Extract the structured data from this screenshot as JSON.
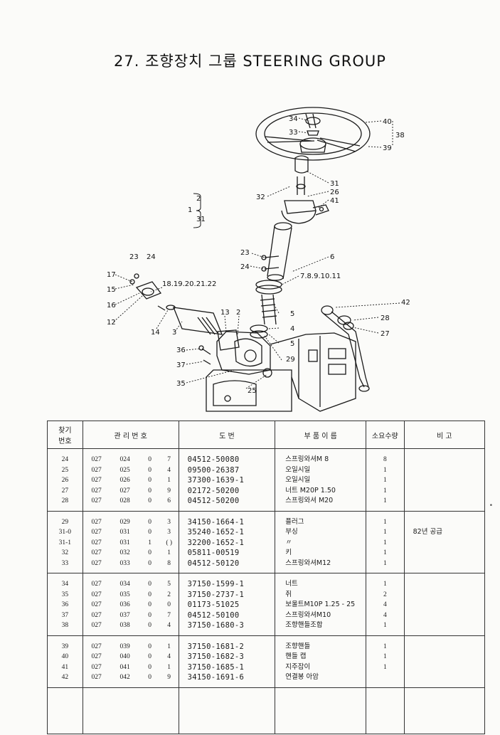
{
  "page": {
    "title": "27. 조향장치 그룹 STEERING GROUP",
    "margin_mark": "•"
  },
  "diagram": {
    "callouts": {
      "c34": "34",
      "c33": "33",
      "c40": "40",
      "c38": "38",
      "c39": "39",
      "c31a": "31",
      "c32": "32",
      "c26": "26",
      "c41": "41",
      "c1": "1",
      "c2": "2",
      "c31b": "31",
      "c23a": "23",
      "c24a": "24",
      "c6": "6",
      "c23b": "23",
      "c24b": "24",
      "c7811": "7.8.9.10.11",
      "c17": "17",
      "c15": "15",
      "c16": "16",
      "c12": "12",
      "c18to22": "18.19.20.21.22",
      "c14": "14",
      "c3": "3",
      "c13": "13",
      "c2b": "2",
      "c5a": "5",
      "c4": "4",
      "c5b": "5",
      "c42": "42",
      "c28": "28",
      "c27": "27",
      "c36": "36",
      "c37": "37",
      "c29": "29",
      "c35": "35",
      "c25": "25"
    }
  },
  "table": {
    "headers": {
      "ref_line1": "찾기",
      "ref_line2": "번호",
      "code": "관 리 번 호",
      "drawing": "도 번",
      "name": "부 품 이 름",
      "qty": "소요수량",
      "remarks": "비 고"
    },
    "groups": [
      {
        "rows": [
          {
            "ref": "24",
            "c1": "027",
            "c2": "024",
            "c3": "0",
            "c4": "7",
            "pn": "04512-50080",
            "name": "스프링와셔M 8",
            "qty": "8",
            "rem": ""
          },
          {
            "ref": "25",
            "c1": "027",
            "c2": "025",
            "c3": "0",
            "c4": "4",
            "pn": "09500-26387",
            "name": "오일시일",
            "qty": "1",
            "rem": ""
          },
          {
            "ref": "26",
            "c1": "027",
            "c2": "026",
            "c3": "0",
            "c4": "1",
            "pn": "37300-1639-1",
            "name": "오일시일",
            "qty": "1",
            "rem": ""
          },
          {
            "ref": "27",
            "c1": "027",
            "c2": "027",
            "c3": "0",
            "c4": "9",
            "pn": "02172-50200",
            "name": "너트 M20P 1.50",
            "qty": "1",
            "rem": ""
          },
          {
            "ref": "28",
            "c1": "027",
            "c2": "028",
            "c3": "0",
            "c4": "6",
            "pn": "04512-50200",
            "name": "스프링와셔 M20",
            "qty": "1",
            "rem": ""
          }
        ]
      },
      {
        "rows": [
          {
            "ref": "29",
            "c1": "027",
            "c2": "029",
            "c3": "0",
            "c4": "3",
            "pn": "34150-1664-1",
            "name": "플러그",
            "qty": "1",
            "rem": ""
          },
          {
            "ref": "31-0",
            "c1": "027",
            "c2": "031",
            "c3": "0",
            "c4": "3",
            "pn": "35240-1652-1",
            "name": "부싱",
            "qty": "1",
            "rem": "82년 공급"
          },
          {
            "ref": "31-1",
            "c1": "027",
            "c2": "031",
            "c3": "1",
            "c4": "( )",
            "pn": "32200-1652-1",
            "name": "〃",
            "qty": "1",
            "rem": ""
          },
          {
            "ref": "32",
            "c1": "027",
            "c2": "032",
            "c3": "0",
            "c4": "1",
            "pn": "05811-00519",
            "name": "키",
            "qty": "1",
            "rem": ""
          },
          {
            "ref": "33",
            "c1": "027",
            "c2": "033",
            "c3": "0",
            "c4": "8",
            "pn": "04512-50120",
            "name": "스프링와셔M12",
            "qty": "1",
            "rem": ""
          }
        ]
      },
      {
        "rows": [
          {
            "ref": "34",
            "c1": "027",
            "c2": "034",
            "c3": "0",
            "c4": "5",
            "pn": "37150-1599-1",
            "name": "너트",
            "qty": "1",
            "rem": ""
          },
          {
            "ref": "35",
            "c1": "027",
            "c2": "035",
            "c3": "0",
            "c4": "2",
            "pn": "37150-2737-1",
            "name": "쥐",
            "qty": "2",
            "rem": ""
          },
          {
            "ref": "36",
            "c1": "027",
            "c2": "036",
            "c3": "0",
            "c4": "0",
            "pn": "01173-51025",
            "name": "보울트M10P 1.25 - 25",
            "qty": "4",
            "rem": ""
          },
          {
            "ref": "37",
            "c1": "027",
            "c2": "037",
            "c3": "0",
            "c4": "7",
            "pn": "04512-50100",
            "name": "스프링와셔M10",
            "qty": "4",
            "rem": ""
          },
          {
            "ref": "38",
            "c1": "027",
            "c2": "038",
            "c3": "0",
            "c4": "4",
            "pn": "37150-1680-3",
            "name": "조향핸들조합",
            "qty": "1",
            "rem": ""
          }
        ]
      },
      {
        "rows": [
          {
            "ref": "39",
            "c1": "027",
            "c2": "039",
            "c3": "0",
            "c4": "1",
            "pn": "37150-1681-2",
            "name": "조향핸들",
            "qty": "1",
            "rem": ""
          },
          {
            "ref": "40",
            "c1": "027",
            "c2": "040",
            "c3": "0",
            "c4": "4",
            "pn": "37150-1682-3",
            "name": "핸들 캡",
            "qty": "1",
            "rem": ""
          },
          {
            "ref": "41",
            "c1": "027",
            "c2": "041",
            "c3": "0",
            "c4": "1",
            "pn": "37150-1685-1",
            "name": "지주잡이",
            "qty": "1",
            "rem": ""
          },
          {
            "ref": "42",
            "c1": "027",
            "c2": "042",
            "c3": "0",
            "c4": "9",
            "pn": "34150-1691-6",
            "name": "연결봉 아암",
            "qty": "",
            "rem": ""
          }
        ]
      }
    ]
  }
}
